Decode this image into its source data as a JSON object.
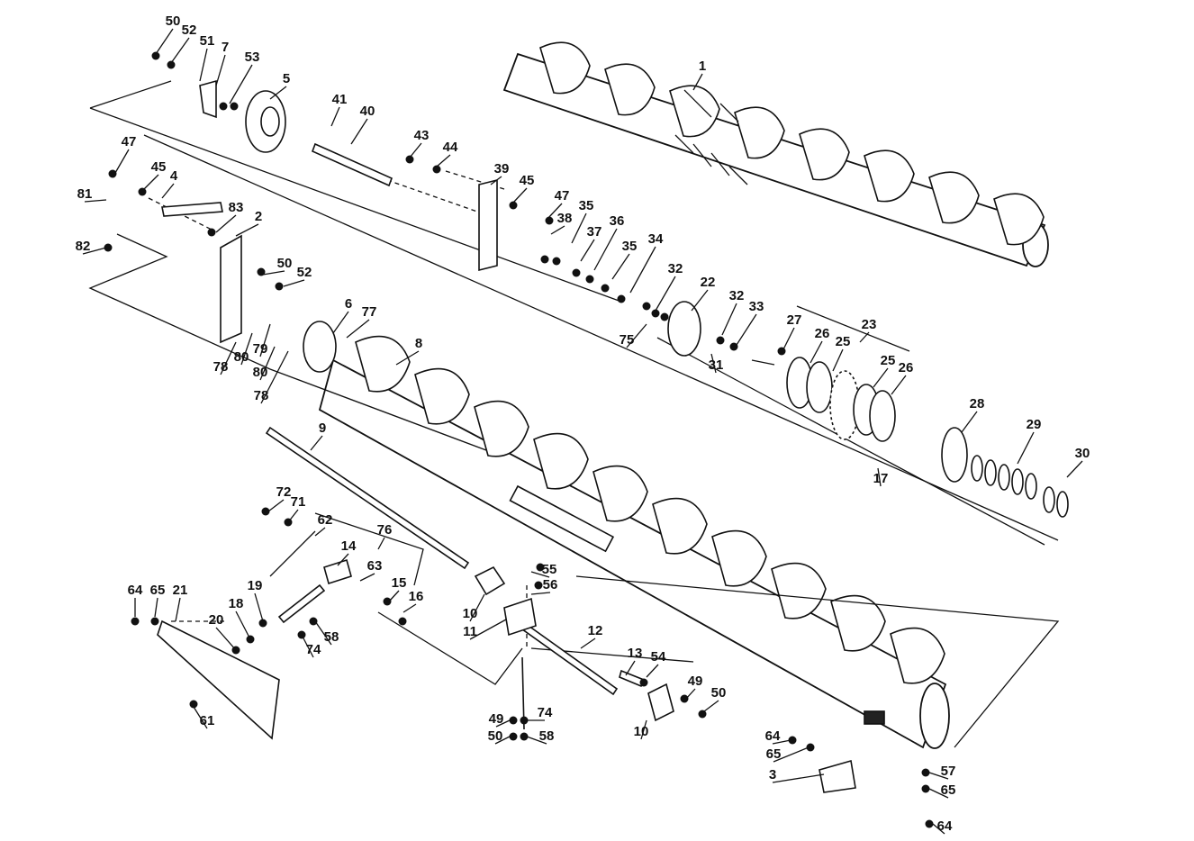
{
  "labels": [
    "50",
    "52",
    "51",
    "7",
    "53",
    "5",
    "41",
    "40",
    "43",
    "44",
    "39",
    "45",
    "47",
    "38",
    "35",
    "36",
    "37",
    "35",
    "34",
    "32",
    "22",
    "32",
    "33",
    "1",
    "47",
    "45",
    "4",
    "81",
    "82",
    "83",
    "2",
    "50",
    "52",
    "6",
    "77",
    "78",
    "80",
    "79",
    "80",
    "78",
    "8",
    "75",
    "31",
    "27",
    "26",
    "25",
    "23",
    "25",
    "26",
    "28",
    "29",
    "30",
    "17",
    "9",
    "72",
    "71",
    "62",
    "76",
    "14",
    "63",
    "55",
    "56",
    "15",
    "16",
    "10",
    "11",
    "12",
    "13",
    "54",
    "49",
    "50",
    "64",
    "65",
    "21",
    "20",
    "18",
    "19",
    "74",
    "58",
    "61",
    "49",
    "74",
    "50",
    "58",
    "10",
    "64",
    "65",
    "3",
    "57",
    "65",
    "64"
  ],
  "colors": {
    "ink": "#111111",
    "paper": "#ffffff"
  }
}
